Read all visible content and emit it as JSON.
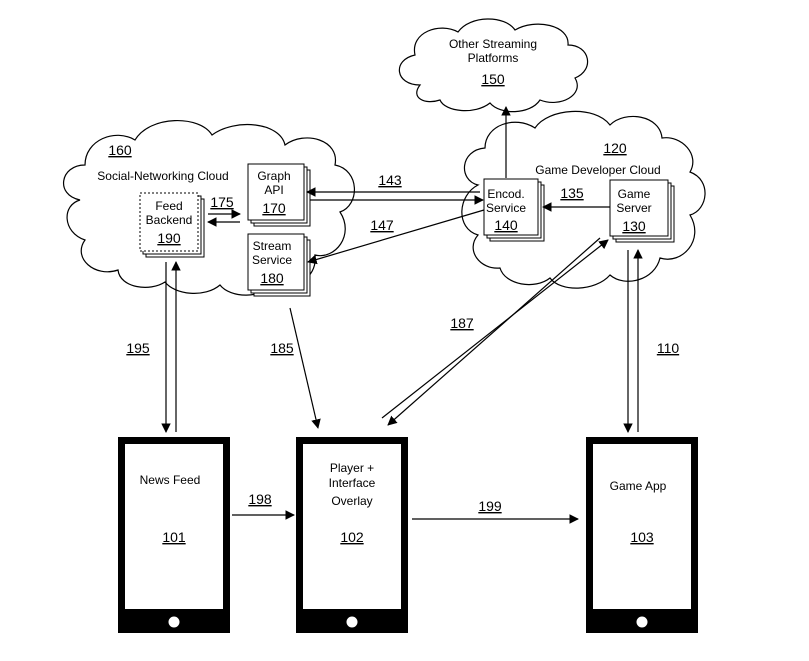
{
  "clouds": {
    "other_streaming": {
      "label_line1": "Other Streaming",
      "label_line2": "Platforms",
      "ref": "150"
    },
    "social": {
      "ref": "160",
      "label": "Social-Networking Cloud"
    },
    "game_dev": {
      "ref": "120",
      "label": "Game Developer Cloud"
    }
  },
  "components": {
    "feed_backend": {
      "line1": "Feed",
      "line2": "Backend",
      "ref": "190"
    },
    "graph_api": {
      "line1": "Graph",
      "line2": "API",
      "ref": "170"
    },
    "stream_service": {
      "line1": "Stream",
      "line2": "Service",
      "ref": "180"
    },
    "encod_service": {
      "line1": "Encod.",
      "line2": "Service",
      "ref": "140"
    },
    "game_server": {
      "line1": "Game",
      "line2": "Server",
      "ref": "130"
    }
  },
  "devices": {
    "news_feed": {
      "line1": "News Feed",
      "ref": "101"
    },
    "player": {
      "line1": "Player +",
      "line2": "Interface",
      "line3": "Overlay",
      "ref": "102"
    },
    "game_app": {
      "line1": "Game App",
      "ref": "103"
    }
  },
  "links": {
    "l143": "143",
    "l147": "147",
    "l135": "135",
    "l175": "175",
    "l195": "195",
    "l185": "185",
    "l187": "187",
    "l110": "110",
    "l198": "198",
    "l199": "199"
  }
}
